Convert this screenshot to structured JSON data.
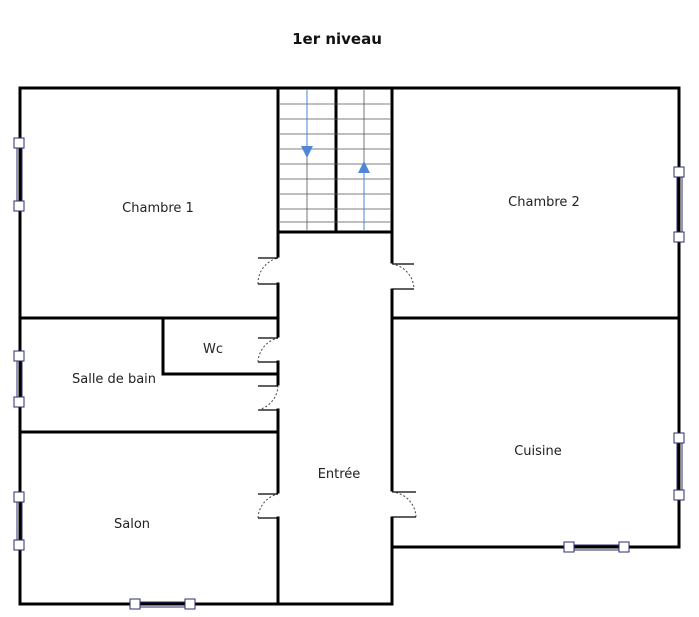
{
  "title": "1er niveau",
  "rooms": {
    "chambre1": "Chambre 1",
    "chambre2": "Chambre 2",
    "wc": "Wc",
    "salle_de_bain": "Salle de bain",
    "salon": "Salon",
    "entree": "Entrée",
    "cuisine": "Cuisine"
  },
  "colors": {
    "walls": "#000000",
    "windows": "#2b2b6b",
    "stair_arrows": "#4f86d6"
  },
  "stairs": {
    "left_flight": "down-arrow-icon",
    "right_flight": "up-arrow-icon"
  }
}
